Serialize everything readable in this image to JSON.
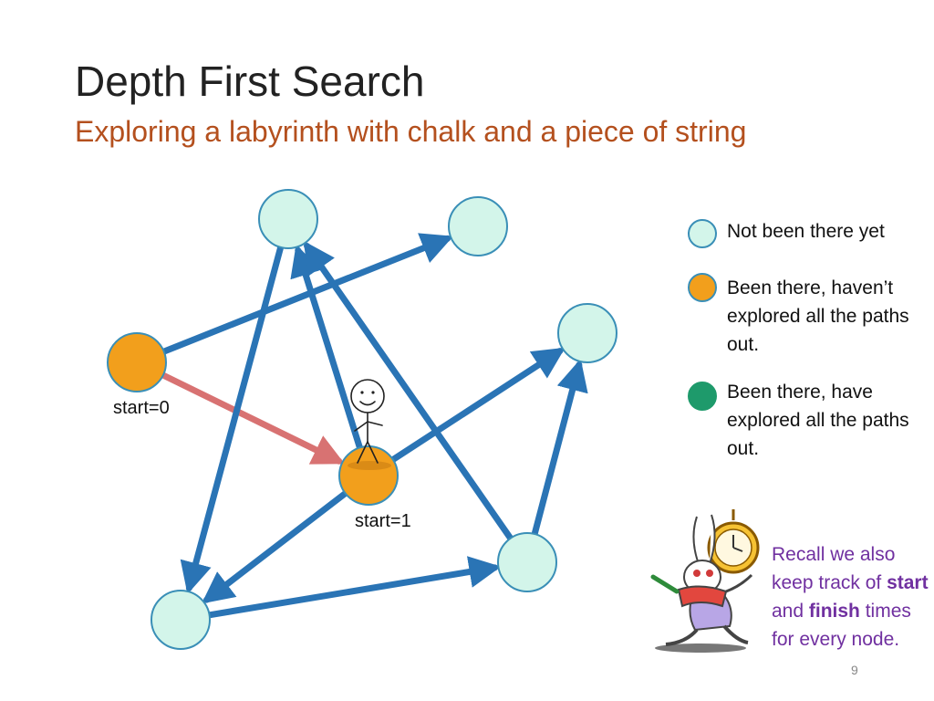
{
  "slide": {
    "title": "Depth First Search",
    "subtitle": "Exploring a labyrinth with chalk and a piece of string",
    "page_number": "9"
  },
  "colors": {
    "not_visited": "#d3f5ea",
    "in_progress": "#f29f1c",
    "done": "#1e9a6b",
    "edge": "#2a74b5",
    "edge_traversed": "#d87272",
    "node_border": "#3a8fb7",
    "subtitle": "#b4501e",
    "note": "#7030a0"
  },
  "graph": {
    "nodes": [
      {
        "id": "top_left",
        "state": "not_visited",
        "label": ""
      },
      {
        "id": "top_right",
        "state": "not_visited",
        "label": ""
      },
      {
        "id": "mid_right",
        "state": "not_visited",
        "label": ""
      },
      {
        "id": "left",
        "state": "in_progress",
        "label": "start=0"
      },
      {
        "id": "center",
        "state": "in_progress",
        "label": "start=1"
      },
      {
        "id": "bottom_right",
        "state": "not_visited",
        "label": ""
      },
      {
        "id": "bottom_left",
        "state": "not_visited",
        "label": ""
      }
    ],
    "edges": [
      {
        "from": "left",
        "to": "top_right",
        "traversed": false
      },
      {
        "from": "left",
        "to": "center",
        "traversed": true
      },
      {
        "from": "center",
        "to": "top_left",
        "traversed": false
      },
      {
        "from": "center",
        "to": "mid_right",
        "traversed": false
      },
      {
        "from": "center",
        "to": "bottom_left",
        "traversed": false
      },
      {
        "from": "top_left",
        "to": "bottom_left",
        "traversed": false
      },
      {
        "from": "bottom_right",
        "to": "top_left",
        "traversed": false
      },
      {
        "from": "bottom_right",
        "to": "mid_right",
        "traversed": false
      },
      {
        "from": "bottom_left",
        "to": "bottom_right",
        "traversed": false
      }
    ],
    "current_node": "center"
  },
  "legend": [
    {
      "state": "not_visited",
      "text": "Not been there yet"
    },
    {
      "state": "in_progress",
      "text": "Been there, haven’t explored all the paths out."
    },
    {
      "state": "done",
      "text": "Been there, have explored all the paths out."
    }
  ],
  "note": {
    "part1": "Recall we also keep track of ",
    "start_word": "start",
    "part2": " and ",
    "finish_word": "finish",
    "part3": " times for every node."
  }
}
